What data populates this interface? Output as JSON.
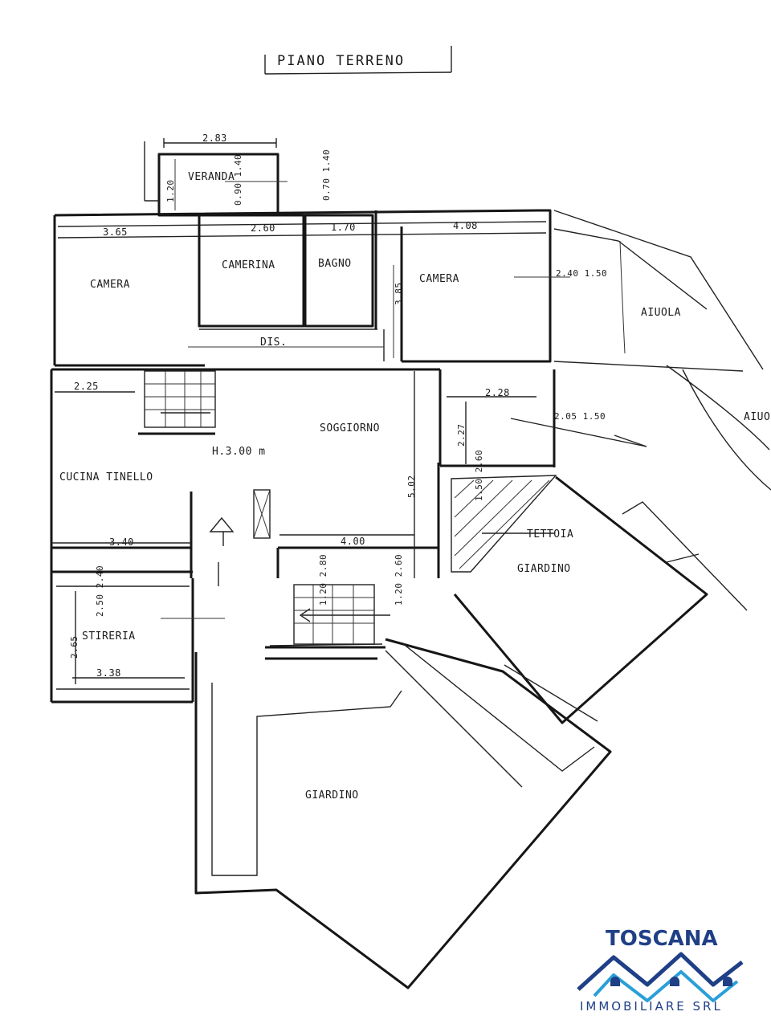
{
  "title": "PIANO TERRENO",
  "rooms": {
    "veranda": "VERANDA",
    "camera_left": "CAMERA",
    "camerina": "CAMERINA",
    "bagno": "BAGNO",
    "camera_right": "CAMERA",
    "aiuola_top": "AIUOLA",
    "aiuola_right": "AIUOLA",
    "dis": "DIS.",
    "soggiorno": "SOGGIORNO",
    "height_note": "H.3.00 m",
    "cucina": "CUCINA TINELLO",
    "tettoia": "TETTOIA",
    "giardino_small": "GIARDINO",
    "stireria": "STIRERIA",
    "giardino_large": "GIARDINO"
  },
  "dimensions": {
    "veranda_width": "2.83",
    "veranda_depth": "1.20",
    "window_1": "0.90 1.40",
    "window_2": "0.70 1.40",
    "camera_left_width": "3.65",
    "camerina_width": "2.60",
    "bagno_width": "1.70",
    "camera_right_width": "4.08",
    "camera_right_depth": "3.85",
    "camera_right_window": "2.40 1.50",
    "cucina_width_top": "2.25",
    "cucina_width": "3.40",
    "soggiorno_width": "4.00",
    "soggiorno_depth": "5.02",
    "room_right_width": "2.28",
    "room_right_depth": "2.27",
    "room_right_window": "2.05 1.50",
    "tettoia_door": "1.50 2.60",
    "stireria_window": "2.50 2.40",
    "stireria_depth": "2.65",
    "stireria_width": "3.38",
    "stair_door": "1.20 2.80",
    "entry_door": "1.20 2.60"
  },
  "logo": {
    "name": "TOSCANA",
    "subtitle": "IMMOBILIARE SRL",
    "color": "#1f3f86",
    "accent": "#2a9fd8"
  }
}
